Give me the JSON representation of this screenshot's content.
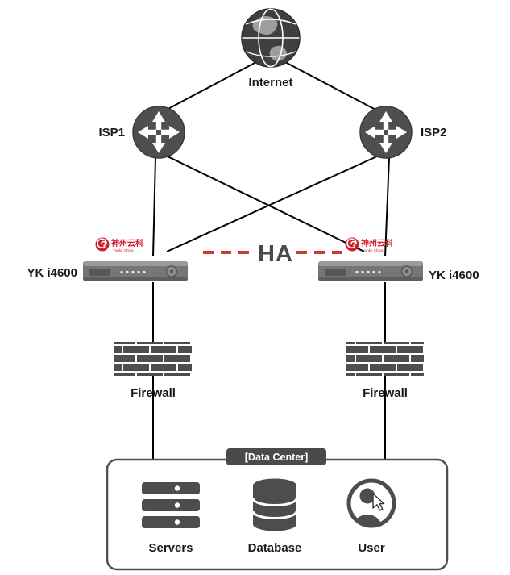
{
  "diagram": {
    "labels": {
      "internet": "Internet",
      "isp1": "ISP1",
      "isp2": "ISP2",
      "device_left": "YK i4600",
      "device_right": "YK i4600",
      "ha": "HA",
      "firewall_left": "Firewall",
      "firewall_right": "Firewall",
      "datacenter": "[Data Center]",
      "servers": "Servers",
      "database": "Database",
      "user": "User"
    },
    "brand": {
      "name": "神州云科",
      "subtitle": "Yunke China"
    },
    "edges": [
      {
        "from": "internet",
        "to": "isp1"
      },
      {
        "from": "internet",
        "to": "isp2"
      },
      {
        "from": "isp1",
        "to": "device_left"
      },
      {
        "from": "isp1",
        "to": "device_right"
      },
      {
        "from": "isp2",
        "to": "device_left"
      },
      {
        "from": "isp2",
        "to": "device_right"
      },
      {
        "from": "device_left",
        "to": "device_right",
        "type": "HA dashed"
      },
      {
        "from": "device_left",
        "to": "firewall_left"
      },
      {
        "from": "device_right",
        "to": "firewall_right"
      },
      {
        "from": "firewall_left",
        "to": "datacenter"
      },
      {
        "from": "firewall_right",
        "to": "datacenter"
      }
    ],
    "colors": {
      "line": "#000000",
      "ha_line": "#cb3b2e",
      "icon_gray": "#4d4d4d",
      "brand_red": "#cf2030"
    }
  }
}
